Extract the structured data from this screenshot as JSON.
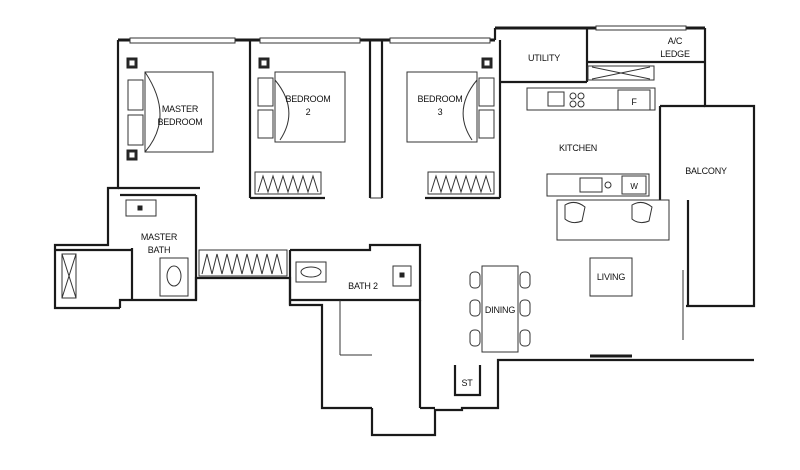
{
  "rooms": {
    "master_bedroom": [
      "MASTER",
      "BEDROOM"
    ],
    "bedroom2": [
      "BEDROOM",
      "2"
    ],
    "bedroom3": [
      "BEDROOM",
      "3"
    ],
    "utility": "UTILITY",
    "ac_ledge": [
      "A/C",
      "LEDGE"
    ],
    "kitchen": "KITCHEN",
    "fridge": "F",
    "washer": "W",
    "balcony": "BALCONY",
    "master_bath": [
      "MASTER",
      "BATH"
    ],
    "bath2": "BATH 2",
    "living": "LIVING",
    "dining": "DINING",
    "store": "ST"
  }
}
